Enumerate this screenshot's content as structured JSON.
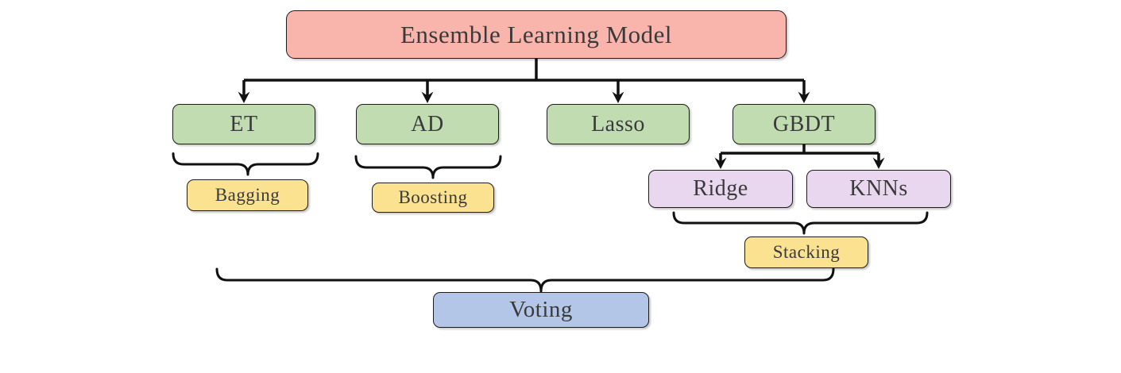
{
  "diagram": {
    "title": "Ensemble Learning Model",
    "nodes": {
      "root": {
        "label": "Ensemble Learning Model",
        "fill": "#f9b4ac"
      },
      "et": {
        "label": "ET",
        "fill": "#c2dcb2"
      },
      "ad": {
        "label": "AD",
        "fill": "#c2dcb2"
      },
      "lasso": {
        "label": "Lasso",
        "fill": "#c2dcb2"
      },
      "gbdt": {
        "label": "GBDT",
        "fill": "#c2dcb2"
      },
      "ridge": {
        "label": "Ridge",
        "fill": "#e9d7f0"
      },
      "knns": {
        "label": "KNNs",
        "fill": "#e9d7f0"
      },
      "bagging": {
        "label": "Bagging",
        "fill": "#fbe291"
      },
      "boosting": {
        "label": "Boosting",
        "fill": "#fbe291"
      },
      "stacking": {
        "label": "Stacking",
        "fill": "#fbe291"
      },
      "voting": {
        "label": "Voting",
        "fill": "#b3c6e7"
      }
    },
    "edges": [
      {
        "from": "Ensemble Learning Model",
        "to": "ET"
      },
      {
        "from": "Ensemble Learning Model",
        "to": "AD"
      },
      {
        "from": "Ensemble Learning Model",
        "to": "Lasso"
      },
      {
        "from": "Ensemble Learning Model",
        "to": "GBDT"
      },
      {
        "from": "GBDT",
        "to": "Ridge"
      },
      {
        "from": "GBDT",
        "to": "KNNs"
      }
    ],
    "groupings": [
      {
        "members": [
          "ET"
        ],
        "label": "Bagging"
      },
      {
        "members": [
          "AD"
        ],
        "label": "Boosting"
      },
      {
        "members": [
          "Ridge",
          "KNNs"
        ],
        "label": "Stacking"
      },
      {
        "members": [
          "ET",
          "AD",
          "Lasso",
          "GBDT"
        ],
        "label": "Voting"
      }
    ],
    "colors": {
      "line": "#111111",
      "border": "#1c1c1c",
      "text": "#3a3a3a",
      "background": "#ffffff"
    }
  }
}
